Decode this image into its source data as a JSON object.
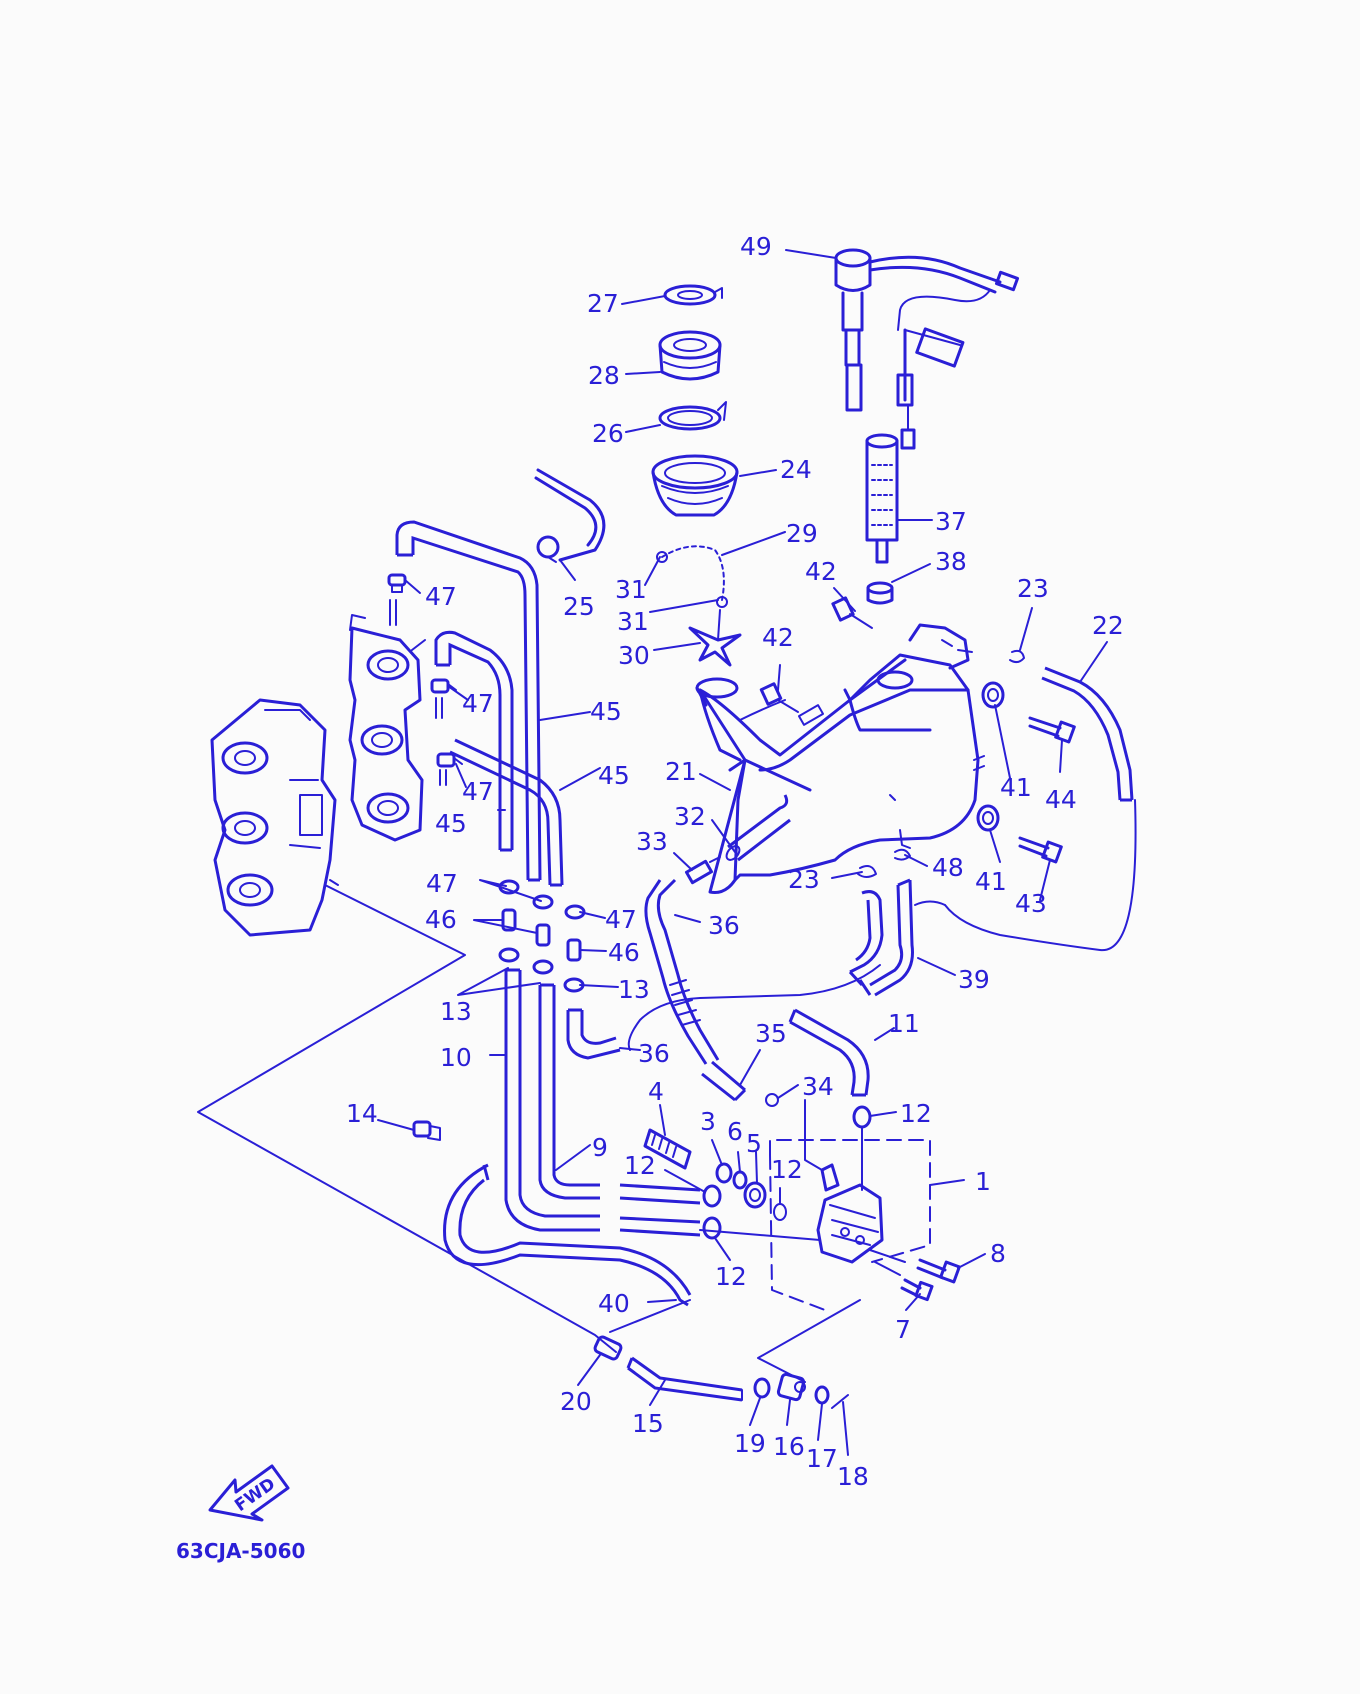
{
  "diagram": {
    "part_code": "63CJA-5060",
    "fwd_label": "FWD",
    "callouts": [
      {
        "id": "c49",
        "text": "49"
      },
      {
        "id": "c27",
        "text": "27"
      },
      {
        "id": "c28",
        "text": "28"
      },
      {
        "id": "c26",
        "text": "26"
      },
      {
        "id": "c24",
        "text": "24"
      },
      {
        "id": "c37",
        "text": "37"
      },
      {
        "id": "c29",
        "text": "29"
      },
      {
        "id": "c25",
        "text": "25"
      },
      {
        "id": "c31a",
        "text": "31"
      },
      {
        "id": "c31b",
        "text": "31"
      },
      {
        "id": "c30",
        "text": "30"
      },
      {
        "id": "c42a",
        "text": "42"
      },
      {
        "id": "c38",
        "text": "38"
      },
      {
        "id": "c23a",
        "text": "23"
      },
      {
        "id": "c22",
        "text": "22"
      },
      {
        "id": "c42b",
        "text": "42"
      },
      {
        "id": "c47a",
        "text": "47"
      },
      {
        "id": "c47b",
        "text": "47"
      },
      {
        "id": "c45a",
        "text": "45"
      },
      {
        "id": "c45b",
        "text": "45"
      },
      {
        "id": "c47c",
        "text": "47"
      },
      {
        "id": "c45c",
        "text": "45"
      },
      {
        "id": "c21",
        "text": "21"
      },
      {
        "id": "c41a",
        "text": "41"
      },
      {
        "id": "c44",
        "text": "44"
      },
      {
        "id": "c32",
        "text": "32"
      },
      {
        "id": "c33",
        "text": "33"
      },
      {
        "id": "c41b",
        "text": "41"
      },
      {
        "id": "c48",
        "text": "48"
      },
      {
        "id": "c23b",
        "text": "23"
      },
      {
        "id": "c43",
        "text": "43"
      },
      {
        "id": "c47d",
        "text": "47"
      },
      {
        "id": "c46a",
        "text": "46"
      },
      {
        "id": "c47e",
        "text": "47"
      },
      {
        "id": "c36a",
        "text": "36"
      },
      {
        "id": "c46b",
        "text": "46"
      },
      {
        "id": "c39",
        "text": "39"
      },
      {
        "id": "c13a",
        "text": "13"
      },
      {
        "id": "c13b",
        "text": "13"
      },
      {
        "id": "c11",
        "text": "11"
      },
      {
        "id": "c35",
        "text": "35"
      },
      {
        "id": "c36b",
        "text": "36"
      },
      {
        "id": "c10",
        "text": "10"
      },
      {
        "id": "c34",
        "text": "34"
      },
      {
        "id": "c4",
        "text": "4"
      },
      {
        "id": "c14",
        "text": "14"
      },
      {
        "id": "c12a",
        "text": "12"
      },
      {
        "id": "c3",
        "text": "3"
      },
      {
        "id": "c6",
        "text": "6"
      },
      {
        "id": "c5",
        "text": "5"
      },
      {
        "id": "c9",
        "text": "9"
      },
      {
        "id": "c12b",
        "text": "12"
      },
      {
        "id": "c12c",
        "text": "12"
      },
      {
        "id": "c1",
        "text": "1"
      },
      {
        "id": "c8",
        "text": "8"
      },
      {
        "id": "c12d",
        "text": "12"
      },
      {
        "id": "c40",
        "text": "40"
      },
      {
        "id": "c7",
        "text": "7"
      },
      {
        "id": "c20",
        "text": "20"
      },
      {
        "id": "c15",
        "text": "15"
      },
      {
        "id": "c19",
        "text": "19"
      },
      {
        "id": "c16",
        "text": "16"
      },
      {
        "id": "c17",
        "text": "17"
      },
      {
        "id": "c18",
        "text": "18"
      }
    ]
  }
}
